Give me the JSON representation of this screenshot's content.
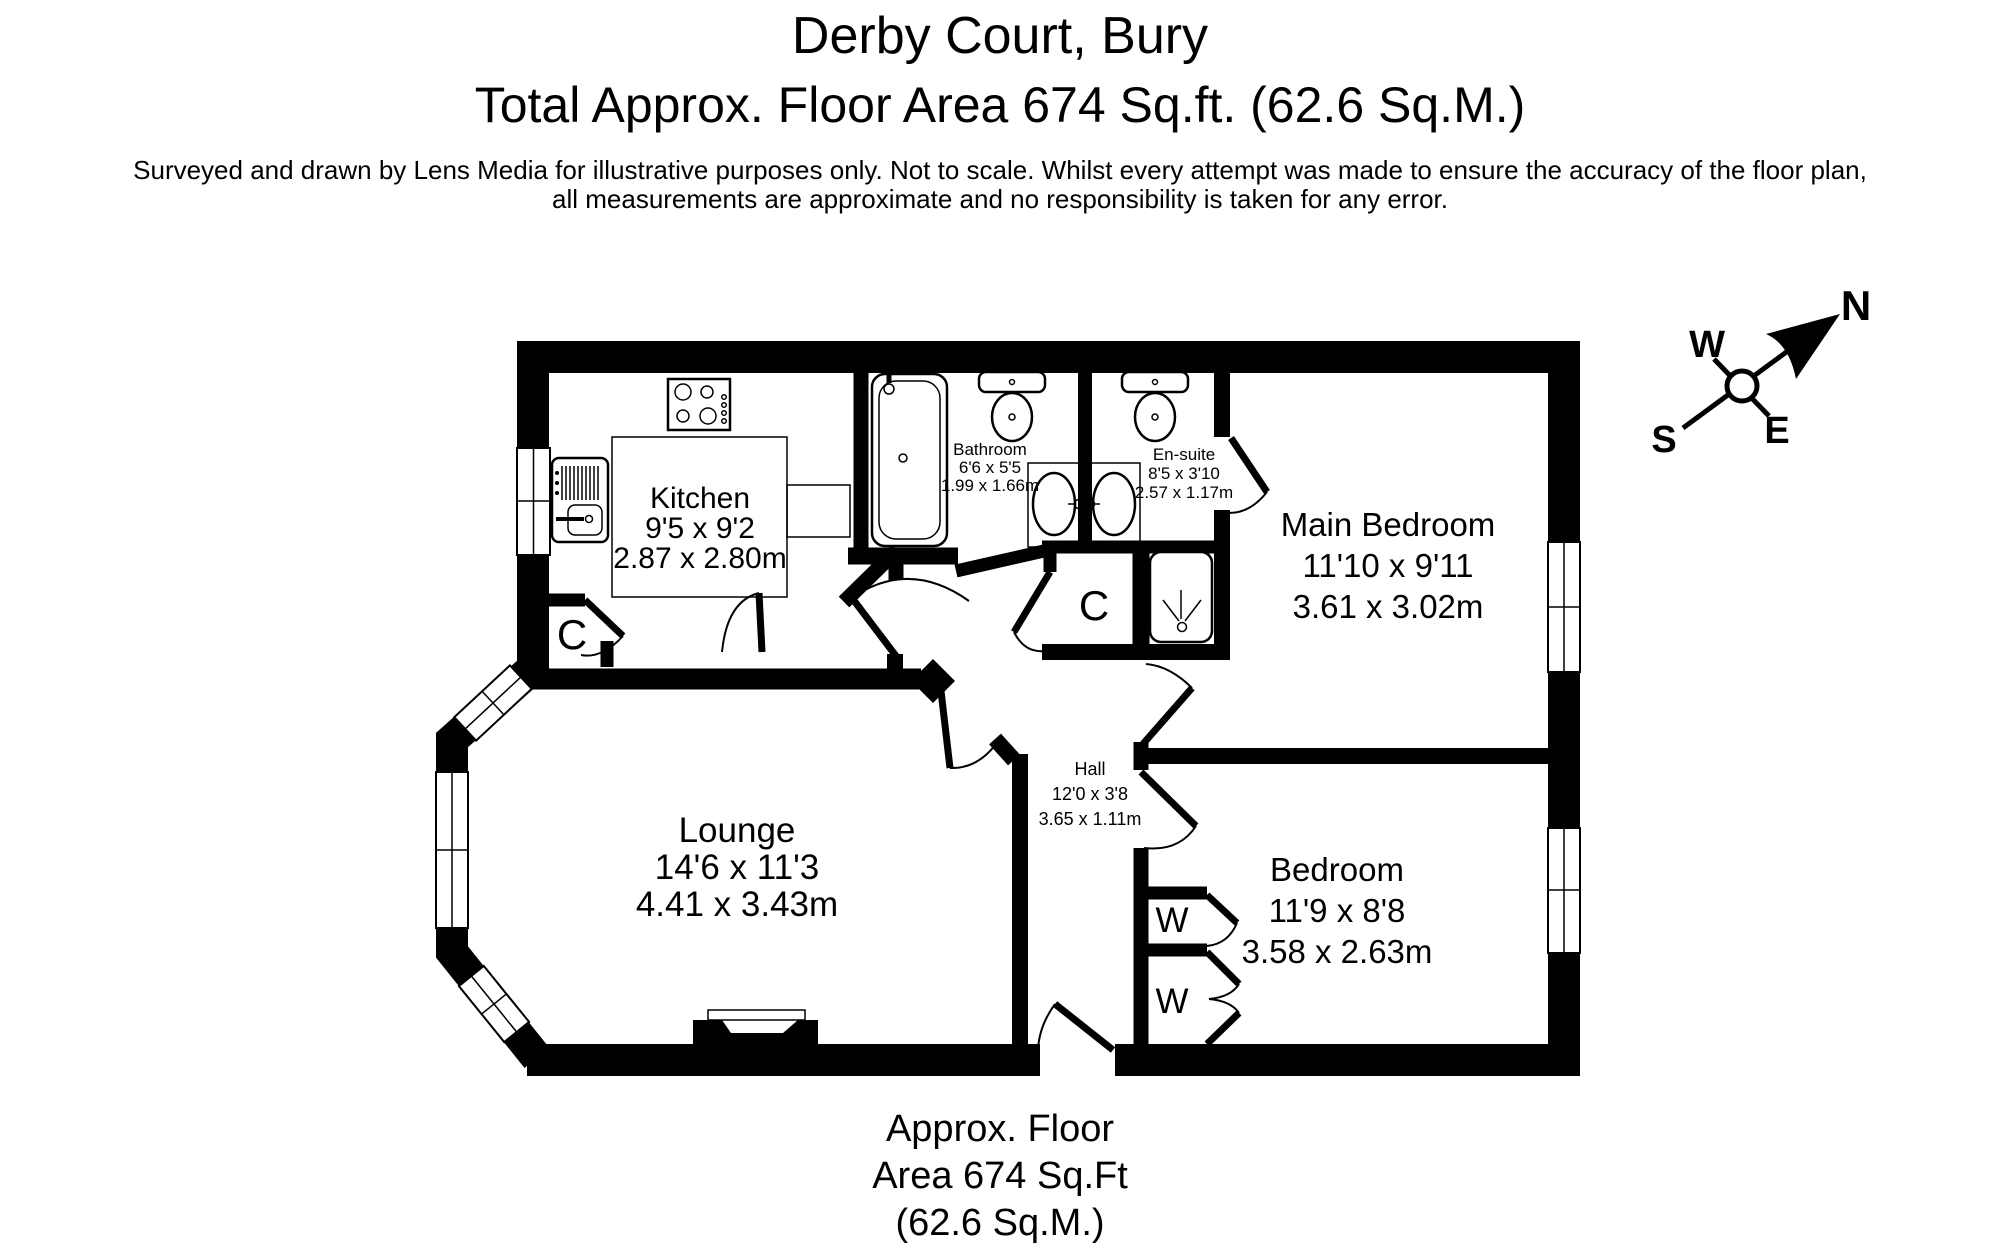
{
  "header": {
    "title": "Derby Court, Bury",
    "subtitle": "Total Approx. Floor Area 674 Sq.ft. (62.6 Sq.M.)",
    "disclaimer_line1": "Surveyed and drawn by Lens Media for illustrative purposes only. Not to scale. Whilst every attempt was made to ensure the accuracy of the floor plan,",
    "disclaimer_line2": "all measurements are approximate and no responsibility is taken for any error."
  },
  "rooms": {
    "kitchen": {
      "name": "Kitchen",
      "dims_ft": "9'5 x 9'2",
      "dims_m": "2.87 x 2.80m"
    },
    "bathroom": {
      "name": "Bathroom",
      "dims_ft": "6'6 x 5'5",
      "dims_m": "1.99 x 1.66m"
    },
    "ensuite": {
      "name": "En-suite",
      "dims_ft": "8'5 x 3'10",
      "dims_m": "2.57 x 1.17m"
    },
    "main_bedroom": {
      "name": "Main Bedroom",
      "dims_ft": "11'10 x 9'11",
      "dims_m": "3.61 x 3.02m"
    },
    "hall": {
      "name": "Hall",
      "dims_ft": "12'0 x 3'8",
      "dims_m": "3.65 x 1.11m"
    },
    "lounge": {
      "name": "Lounge",
      "dims_ft": "14'6 x 11'3",
      "dims_m": "4.41 x 3.43m"
    },
    "bedroom": {
      "name": "Bedroom",
      "dims_ft": "11'9 x 8'8",
      "dims_m": "3.58 x 2.63m"
    }
  },
  "storage": {
    "cupboard_label": "C",
    "wardrobe_label": "W"
  },
  "compass": {
    "n": "N",
    "e": "E",
    "s": "S",
    "w": "W"
  },
  "footer": {
    "line1": "Approx. Floor",
    "line2": "Area 674 Sq.Ft",
    "line3": "(62.6 Sq.M.)"
  },
  "colors": {
    "ink": "#000000",
    "background": "#ffffff"
  }
}
